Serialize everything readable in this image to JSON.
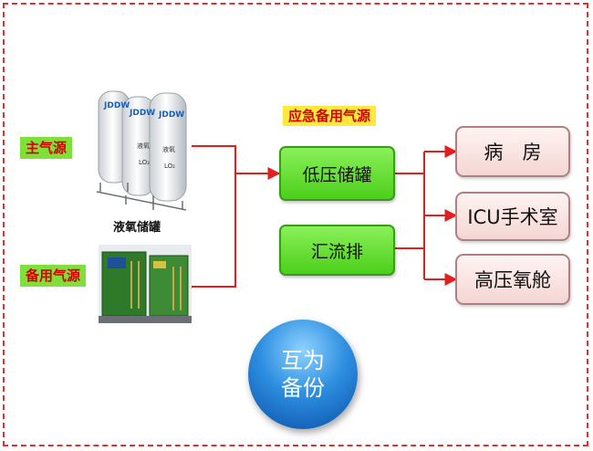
{
  "labels": {
    "main_source": "主气源",
    "backup_source": "备用气源",
    "emergency_backup": "应急备用气源",
    "tank_caption": "液氧储罐"
  },
  "tank_badges": [
    "JDDW",
    "JDDW",
    "JDDW"
  ],
  "tank_texts": [
    "液氧",
    "LO₂",
    "液氧",
    "LO₂"
  ],
  "middle_nodes": {
    "low_pressure_tank": "低压储罐",
    "manifold": "汇流排"
  },
  "destinations": {
    "ward": "病　房",
    "icu_or": "ICU手术室",
    "hyperbaric": "高压氧舱"
  },
  "circle": {
    "line1": "互为",
    "line2": "备份"
  },
  "colors": {
    "frame": "#e03030",
    "connector": "#e02020",
    "green_label_bg": "#7fe03a",
    "yellow_label_bg": "#ffe93a",
    "node_green": "#4ccf1a",
    "node_pink": "#f4d6d3",
    "circle_blue": "#2e8fe0"
  }
}
